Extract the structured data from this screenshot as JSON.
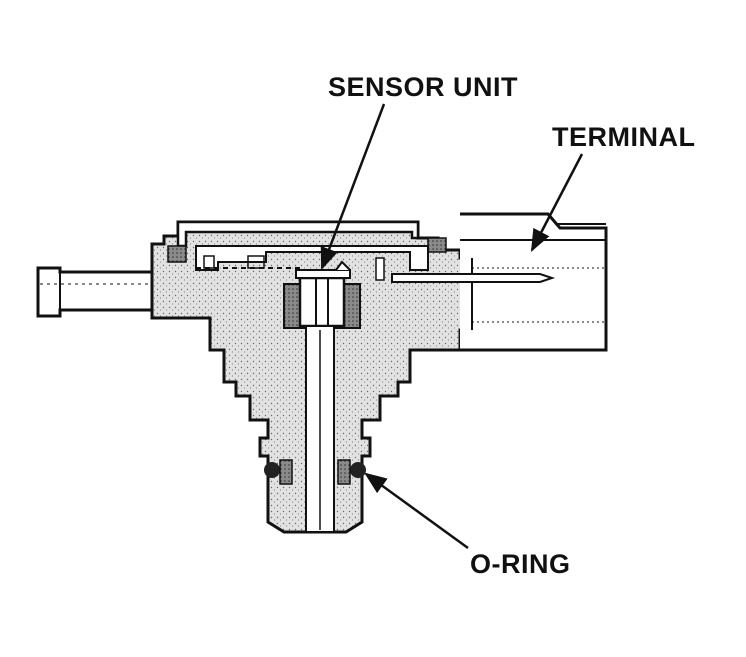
{
  "diagram": {
    "labels": {
      "sensor_unit": "SENSOR UNIT",
      "terminal": "TERMINAL",
      "o_ring": "O-RING"
    },
    "colors": {
      "ink": "#111111",
      "stipple_fill": "#d6d6d6",
      "seal_fill": "#555555",
      "paper": "#ffffff"
    }
  }
}
